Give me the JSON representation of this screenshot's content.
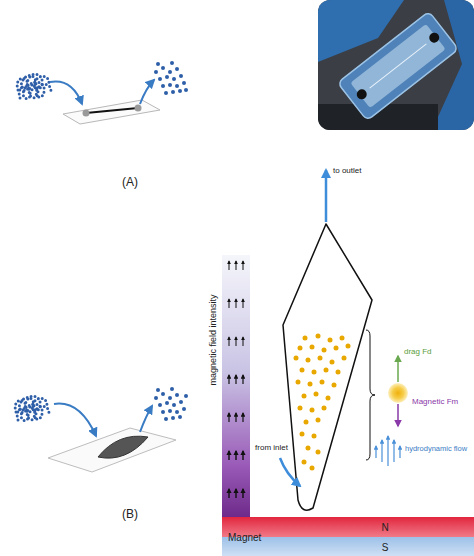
{
  "diagram": {
    "nodes": [
      {
        "text": [
          "magnetic field intensity"
        ]
      },
      {
        "text": [
          "Magnet"
        ]
      },
      {
        "text": [
          "N"
        ],
        "in": 1
      },
      {
        "text": [
          "S"
        ],
        "in": 1
      }
    ],
    "labels": [
      "(A)",
      "(B)",
      "to outlet",
      "from inlet",
      "drag Fd",
      "Magnetic Fm",
      "hydrodynamic flow"
    ]
  }
}
